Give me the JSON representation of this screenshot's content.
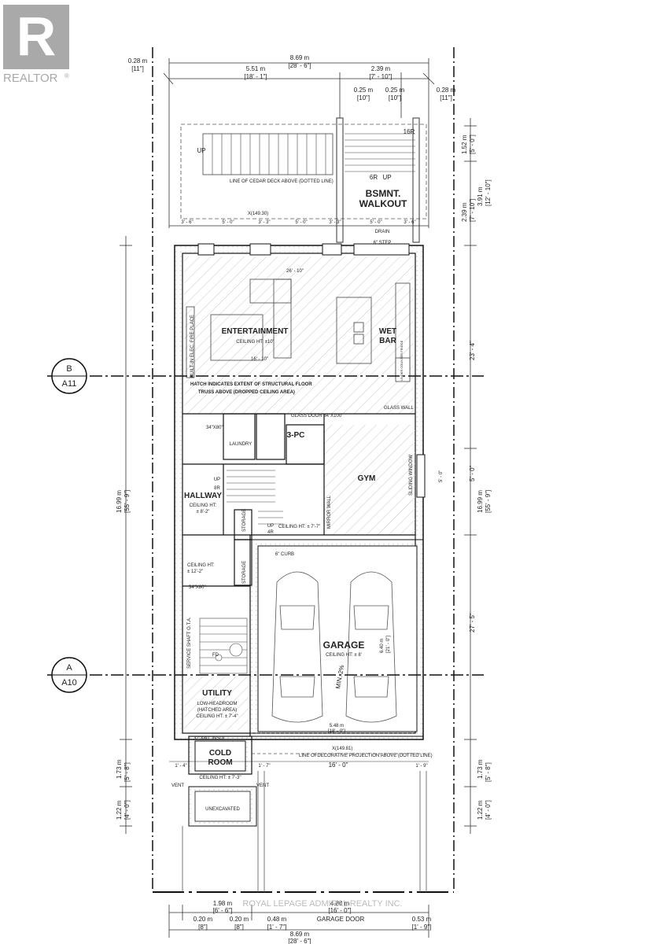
{
  "logo": {
    "text": "REALTOR",
    "reg": "®"
  },
  "top_dims": {
    "d1_m": "0.28 m",
    "d1_ft": "[11\"]",
    "d2_m": "8.69 m",
    "d2_ft": "[28' - 6\"]",
    "d3_m": "5.51 m",
    "d3_ft": "[18' - 1\"]",
    "d4_m": "2.39 m",
    "d4_ft": "[7' - 10\"]",
    "d5_m": "0.25 m",
    "d5_ft": "[10\"]",
    "d6_m": "0.25 m",
    "d6_ft": "[10\"]",
    "d7_m": "0.28 m",
    "d7_ft": "[11\"]"
  },
  "deck": {
    "up": "UP",
    "line_text": "LINE OF CEDAR DECK ABOVE (DOTTED LINE)",
    "risers_16": "16R",
    "risers_6": "6R",
    "up2": "UP",
    "bsmnt_1": "BSMNT.",
    "bsmnt_2": "WALKOUT",
    "x_marker": "X(149.30)",
    "drain": "DRAIN",
    "step": "6\" STEP"
  },
  "window_dims": [
    "3' - 6\"",
    "5' - 0\"",
    "3' - 3\"",
    "5' - 0\"",
    "3' - 3\"",
    "5' - 0\"",
    "3' - 6\""
  ],
  "right_dims": {
    "r1_m": "1.52 m",
    "r1_ft": "[5' - 0\"]",
    "r2_m": "3.91 m",
    "r2_ft": "[12' - 10\"]",
    "r3_m": "2.39 m",
    "r3_ft": "[7' - 10\"]",
    "r4": "23' - 4\"",
    "r5": "5' - 0\"",
    "r6_m": "16.99 m",
    "r6_ft": "[55' - 9\"]",
    "r7": "27' - 5\"",
    "r8_m": "1.73 m",
    "r8_ft": "[5' - 8\"]",
    "r9_m": "1.22 m",
    "r9_ft": "[4' - 0\"]"
  },
  "left_dims": {
    "l1_m": "16.99 m",
    "l1_ft": "[55' - 9\"]",
    "l2_m": "1.73 m",
    "l2_ft": "[5' - 8\"]",
    "l3_m": "1.22 m",
    "l3_ft": "[4' - 0\"]"
  },
  "sections": {
    "b_letter": "B",
    "b_sheet": "A11",
    "a_letter": "A",
    "a_sheet": "A10"
  },
  "rooms": {
    "ent_name": "ENTERTAINMENT",
    "ent_ceiling": "CEILING HT: ±10'",
    "ent_dim": "26' - 10\"",
    "ent_dim2": "16' - 10\"",
    "fireplace": "BUILT-IN ELEC. FIRE PLACE",
    "wet_1": "WET",
    "wet_2": "BAR",
    "fridge": "UNDER COUNTER FRIDGE",
    "hatch_1": "HATCH INDICATES EXTENT OF STRUCTURAL FLOOR",
    "hatch_2": "TRUSS ABOVE (DROPPED CEILING AREA)",
    "glass_door": "GLASS DOOR 34\"X100\"",
    "glass_wall": "GLASS WALL",
    "pc3": "3-PC",
    "laundry": "LAUNDRY",
    "door_size": "34\"X80\"",
    "gym": "GYM",
    "gym_dim": "5' - 0\"",
    "sliding_window": "SLIDING WINDOW",
    "mirror_wall": "MIRROR WALL",
    "hallway": "HALLWAY",
    "hall_ceiling_1": "CEILING HT:",
    "hall_ceiling_2": "± 8'-2\"",
    "stair_up": "UP",
    "stair_8r": "8R",
    "storage": "STORAGE",
    "up_4r_1": "UP",
    "up_4r_2": "4R",
    "ceiling_77": "CEILING HT: ± 7'-7\"",
    "ceiling_122_1": "CEILING HT:",
    "ceiling_122_2": "± 12'-2\"",
    "storage2": "STORAGE",
    "curb": "6\" CURB",
    "garage_door_int": "34\"X80\" INSUL",
    "garage": "GARAGE",
    "garage_ceiling": "CEILING HT: ± 8'",
    "garage_dim_m": "6.40 m",
    "garage_dim_ft": "[21' - 0\"]",
    "garage_width_m": "5.48 m",
    "garage_width_ft": "[18' - 0\"]",
    "min_slope": "MIN. 2%",
    "service_shaft": "SERVICE SHAFT O.T.A.",
    "fd": "FD",
    "utility": "UTILITY",
    "utility_1": "LOW-HEADROOM",
    "utility_2": "(HATCHED AREA)",
    "utility_3": "CEILING HT: ± 7'-4\"",
    "cold_1": "COLD",
    "cold_2": "ROOM",
    "cold_ceiling": "CEILING HT: ± 7'-3\"",
    "cold_door": "32\"X80\" INSUL",
    "x_marker2": "X(149.81)",
    "projection": "LINE OFDECORATIVE PROJECTION ABOVE (DOTTED LINE)",
    "d_1_4": "1' - 4\"",
    "d_1_7": "1' - 7\"",
    "d_16": "16' - 0\"",
    "d_1_9": "1' - 9\"",
    "vent1": "VENT",
    "vent2": "VENT",
    "unexcavated": "UNEXCAVATED"
  },
  "bottom_dims": {
    "b1_m": "1.98 m",
    "b1_ft": "[6' - 6\"]",
    "b2_m": "4.88 m",
    "b2_ft": "[16' - 0\"]",
    "b3_m": "0.20 m",
    "b3_ft": "[8\"]",
    "b4_m": "0.20 m",
    "b4_ft": "[8\"]",
    "b5_m": "0.48 m",
    "b5_ft": "[1' - 7\"]",
    "b6": "GARAGE DOOR",
    "b7_m": "0.53 m",
    "b7_ft": "[1' - 9\"]",
    "b8_m": "8.69 m",
    "b8_ft": "[28' - 6\"]"
  },
  "watermark": "ROYAL LEPAGE ADMIRAL REALTY INC."
}
